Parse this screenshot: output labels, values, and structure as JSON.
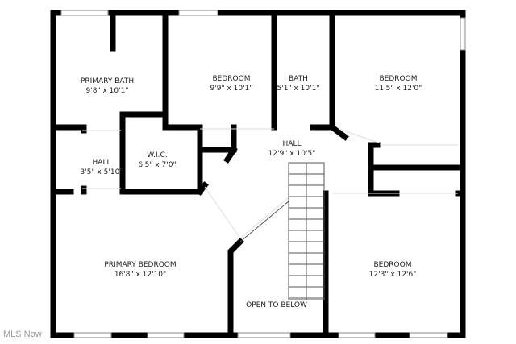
{
  "rooms": [
    {
      "name": "PRIMARY BATH",
      "size": "9'8\" x 10'1\""
    },
    {
      "name": "BEDROOM",
      "size": "9'9\" x 10'1\""
    },
    {
      "name": "BATH",
      "size": "5'1\" x 10'1\""
    },
    {
      "name": "BEDROOM",
      "size": "11'5\" x 12'0\""
    },
    {
      "name": "HALL",
      "size": "3'5\" x 5'10\""
    },
    {
      "name": "W.I.C.",
      "size": "6'5\" x 7'0\""
    },
    {
      "name": "HALL",
      "size": "12'9\" x 10'5\""
    },
    {
      "name": "PRIMARY BEDROOM",
      "size": "16'8\" x 12'10\""
    },
    {
      "name": "BEDROOM",
      "size": "12'3\" x 12'6\""
    }
  ],
  "open_to_below": "OPEN TO BELOW",
  "watermark": "MLS Now",
  "colors": {
    "wall": "#000000",
    "background": "#ffffff"
  }
}
